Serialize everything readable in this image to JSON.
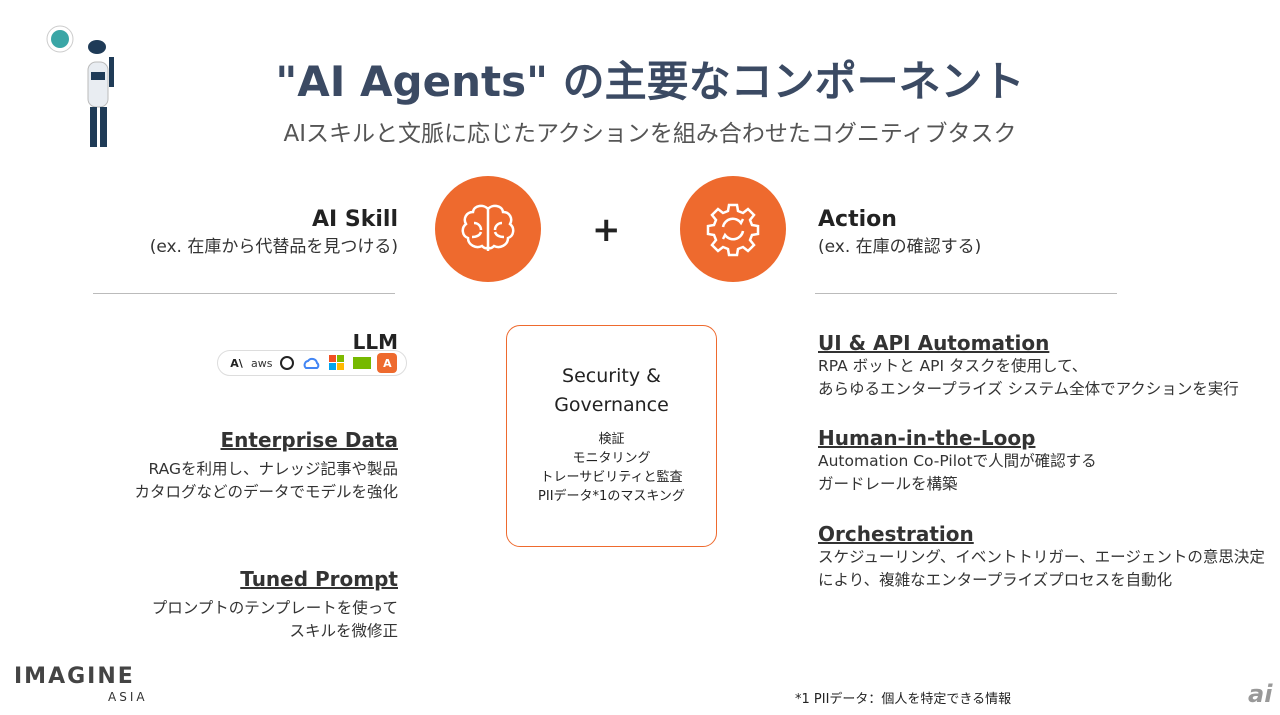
{
  "title": "\"AI Agents\" の主要なコンポーネント",
  "subtitle": "AIスキルと文脈に応じたアクションを組み合わせたコグニティブタスク",
  "skill": {
    "heading": "AI Skill",
    "example": "(ex. 在庫から代替品を見つける)"
  },
  "plus": "+",
  "action": {
    "heading": "Action",
    "example": "(ex. 在庫の確認する)"
  },
  "llm": {
    "heading": "LLM",
    "logos": [
      "A\\",
      "aws",
      "openai",
      "gcp",
      "ms",
      "nvidia",
      "A"
    ]
  },
  "enterprise": {
    "heading": "Enterprise Data",
    "lines": [
      "RAGを利用し、ナレッジ記事や製品",
      "カタログなどのデータでモデルを強化"
    ]
  },
  "tuned": {
    "heading": "Tuned Prompt",
    "lines": [
      "プロンプトのテンプレートを使って",
      "スキルを微修正"
    ]
  },
  "security": {
    "heading1": "Security &",
    "heading2": "Governance",
    "items": [
      "検証",
      "モニタリング",
      "トレーサビリティと監査",
      "PIIデータ*1のマスキング"
    ]
  },
  "uiapi": {
    "heading": "UI & API Automation",
    "lines": [
      "RPA ボットと API タスクを使用して、",
      "あらゆるエンタープライズ システム全体でアクションを実行"
    ]
  },
  "hitl": {
    "heading": "Human-in-the-Loop",
    "lines": [
      "Automation Co-Pilotで人間が確認する",
      "ガードレールを構築"
    ]
  },
  "orch": {
    "heading": "Orchestration",
    "lines": [
      "スケジューリング、イベントトリガー、エージェントの意思決定",
      "により、複雑なエンタープライズプロセスを自動化"
    ]
  },
  "footnote": "*1 PIIデータ：個人を特定できる情報",
  "brand": {
    "name": "IMAGINE",
    "region": "ASIA",
    "corner": "ai"
  },
  "colors": {
    "accent": "#ee6a2e",
    "title": "#3b4a63"
  }
}
